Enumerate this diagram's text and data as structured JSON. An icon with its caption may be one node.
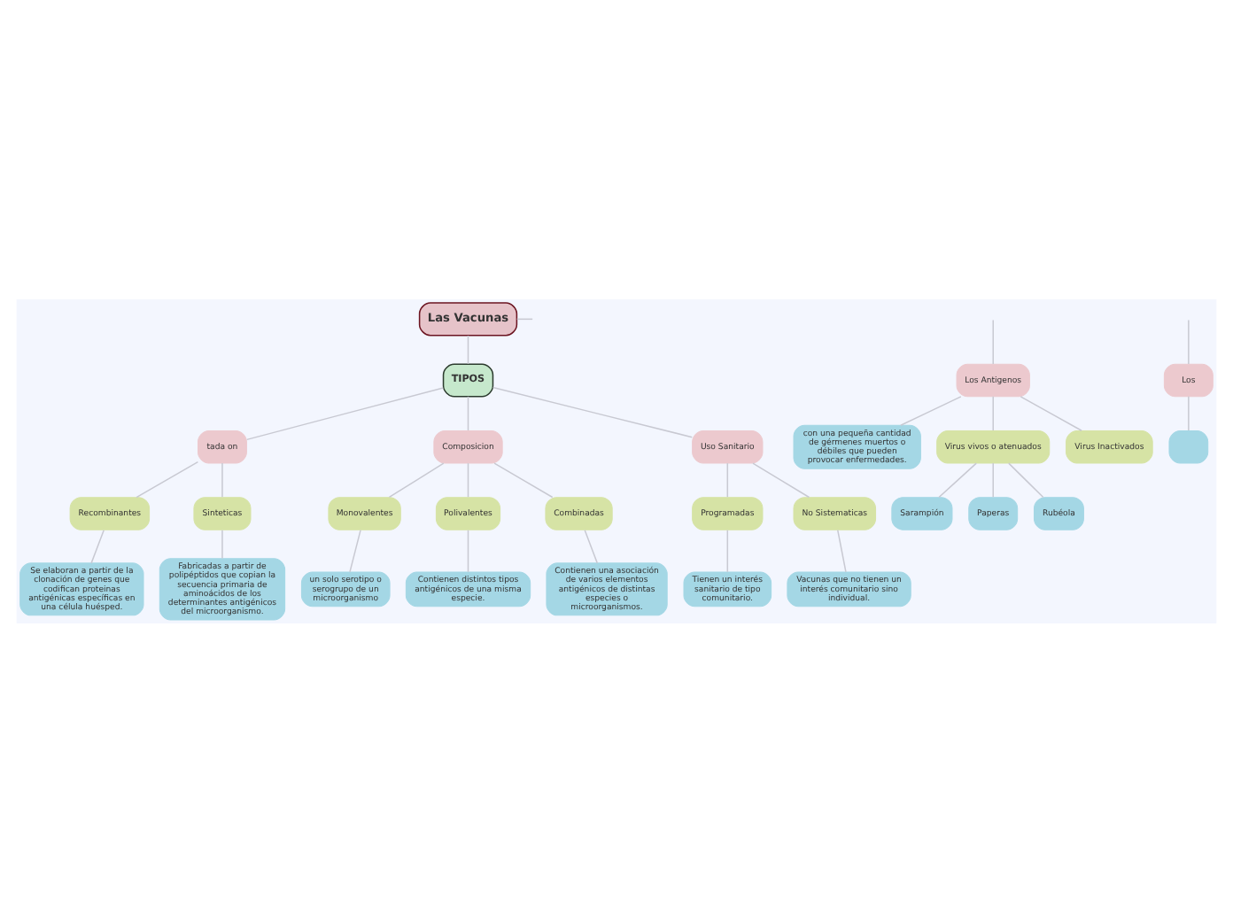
{
  "diagram": {
    "nodes": [
      {
        "text": [
          "Las Vacunas"
        ]
      },
      {
        "text": [
          "TIPOS"
        ]
      },
      {
        "text": [
          "tada on"
        ]
      },
      {
        "text": [
          "Recombinantes"
        ]
      },
      {
        "text": [
          "Sinteticas"
        ]
      },
      {
        "text": [
          "Se elaboran a partir de la clonación de genes que codifican proteinas antigénicas específicas en una célula huésped."
        ]
      },
      {
        "text": [
          "Fabricadas a partir de polipéptidos que copian la secuencia primaria de aminoácidos de los determinantes antigénicos del microorganismo."
        ]
      },
      {
        "text": [
          "Composicion"
        ]
      },
      {
        "text": [
          "Monovalentes"
        ]
      },
      {
        "text": [
          "Polivalentes"
        ]
      },
      {
        "text": [
          "Combinadas"
        ]
      },
      {
        "text": [
          "un solo serotipo o serogrupo de un microorganismo"
        ]
      },
      {
        "text": [
          "Contienen distintos tipos antigénicos de una misma especie."
        ]
      },
      {
        "text": [
          "Contienen una asociación de varios elementos antigénicos de distintas especies o microorganismos."
        ]
      },
      {
        "text": [
          "Uso Sanitario"
        ]
      },
      {
        "text": [
          "Programadas"
        ]
      },
      {
        "text": [
          "No Sistematicas"
        ]
      },
      {
        "text": [
          "Tienen un interés sanitario de tipo comunitario."
        ]
      },
      {
        "text": [
          "Vacunas que no tienen un interés comunitario sino individual."
        ]
      },
      {
        "text": [
          "Los Antigenos"
        ]
      },
      {
        "text": [
          "con una pequeña cantidad de gérmenes muertos o débiles que pueden provocar enfermedades."
        ]
      },
      {
        "text": [
          "Virus vivos o atenuados"
        ]
      },
      {
        "text": [
          "Sarampión"
        ]
      },
      {
        "text": [
          "Paperas"
        ]
      },
      {
        "text": [
          "Rubéola"
        ]
      },
      {
        "text": [
          "Virus Inactivados"
        ]
      },
      {
        "text": [
          "Los"
        ]
      },
      {
        "text": [],
        "shape": "box"
      }
    ],
    "edges": [
      {
        "from": 0,
        "to": 1,
        "arrow": "none"
      },
      {
        "from": 0,
        "to": null,
        "arrow": "none"
      },
      {
        "from": 1,
        "to": 2,
        "arrow": "none"
      },
      {
        "from": 2,
        "to": 3,
        "arrow": "none"
      },
      {
        "from": 2,
        "to": 4,
        "arrow": "none"
      },
      {
        "from": 3,
        "to": 5,
        "arrow": "none"
      },
      {
        "from": 4,
        "to": 6,
        "arrow": "none"
      },
      {
        "from": 1,
        "to": 7,
        "arrow": "none"
      },
      {
        "from": 7,
        "to": 8,
        "arrow": "none"
      },
      {
        "from": 7,
        "to": 9,
        "arrow": "none"
      },
      {
        "from": 7,
        "to": 10,
        "arrow": "none"
      },
      {
        "from": 8,
        "to": 11,
        "arrow": "none"
      },
      {
        "from": 9,
        "to": 12,
        "arrow": "none"
      },
      {
        "from": 10,
        "to": 13,
        "arrow": "none"
      },
      {
        "from": 1,
        "to": 14,
        "arrow": "none"
      },
      {
        "from": 14,
        "to": 15,
        "arrow": "none"
      },
      {
        "from": 14,
        "to": 16,
        "arrow": "none"
      },
      {
        "from": 15,
        "to": 17,
        "arrow": "none"
      },
      {
        "from": 16,
        "to": 18,
        "arrow": "none"
      },
      {
        "from": null,
        "to": 19,
        "arrow": "none"
      },
      {
        "from": 19,
        "to": 20,
        "arrow": "none"
      },
      {
        "from": 19,
        "to": 21,
        "arrow": "none"
      },
      {
        "from": 21,
        "to": 22,
        "arrow": "none"
      },
      {
        "from": 21,
        "to": 23,
        "arrow": "none"
      },
      {
        "from": 21,
        "to": 24,
        "arrow": "none"
      },
      {
        "from": 19,
        "to": 25,
        "arrow": "none"
      },
      {
        "from": null,
        "to": 26,
        "arrow": "none"
      },
      {
        "from": 26,
        "to": 27,
        "arrow": "none"
      }
    ]
  }
}
